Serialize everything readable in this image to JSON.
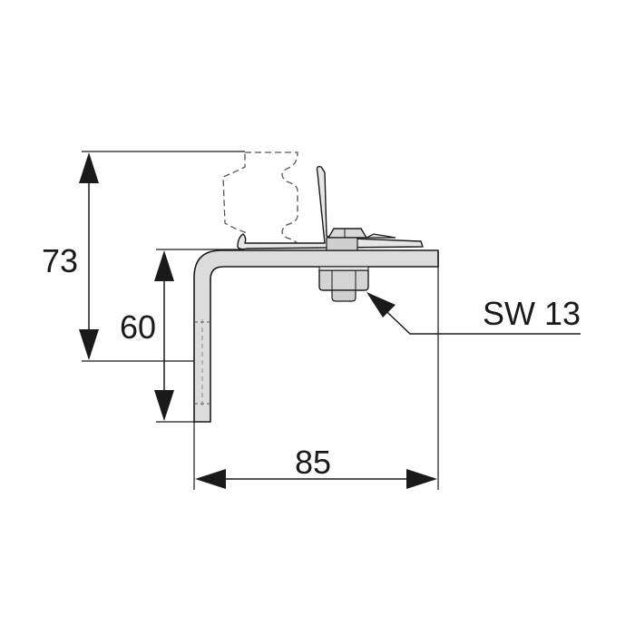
{
  "dimensions": {
    "height_overall": "73",
    "height_bracket": "60",
    "width": "85"
  },
  "callout": {
    "label": "SW 13"
  },
  "colors": {
    "line": "#1a1a1a",
    "metal_fill": "#dcdcdc",
    "dash": "#555555"
  }
}
